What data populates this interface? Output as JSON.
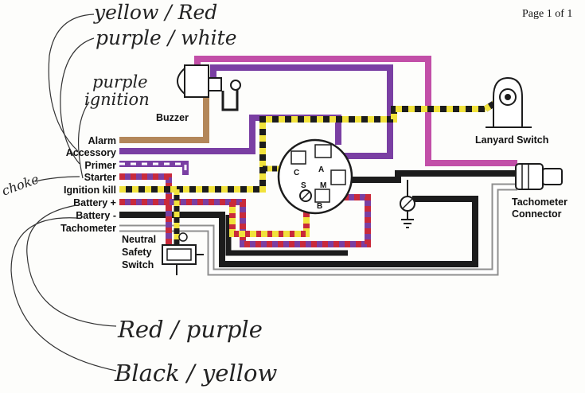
{
  "page": {
    "number_text": "Page 1 of 1"
  },
  "components": {
    "buzzer": "Buzzer",
    "lanyard_switch": "Lanyard Switch",
    "tachometer_connector": [
      "Tachometer",
      "Connector"
    ],
    "neutral_safety_switch": [
      "Neutral",
      "Safety",
      "Switch"
    ]
  },
  "wire_labels": [
    {
      "id": "alarm",
      "text": "Alarm"
    },
    {
      "id": "accessory",
      "text": "Accessory"
    },
    {
      "id": "primer",
      "text": "Primer"
    },
    {
      "id": "starter",
      "text": "Starter"
    },
    {
      "id": "ignition-kill",
      "text": "Ignition kill"
    },
    {
      "id": "battery-plus",
      "text": "Battery +"
    },
    {
      "id": "battery-minus",
      "text": "Battery -"
    },
    {
      "id": "tachometer",
      "text": "Tachometer"
    }
  ],
  "switch_terminals": [
    "C",
    "A",
    "S",
    "M",
    "B"
  ],
  "handwritten_notes": {
    "line1": "yellow / Red",
    "line2": "purple / white",
    "line3": [
      "purple",
      "ignition"
    ],
    "side": "choke",
    "bottom1": "Red / purple",
    "bottom2": "Black / yellow"
  },
  "colors": {
    "tan": "#b3875a",
    "purple": "#7a3fa3",
    "magenta": "#c24fa8",
    "yellow": "#f1e23c",
    "red": "#c92a3b",
    "black": "#1c1c1c",
    "gray": "#8f8f8f",
    "white": "#ffffff"
  }
}
